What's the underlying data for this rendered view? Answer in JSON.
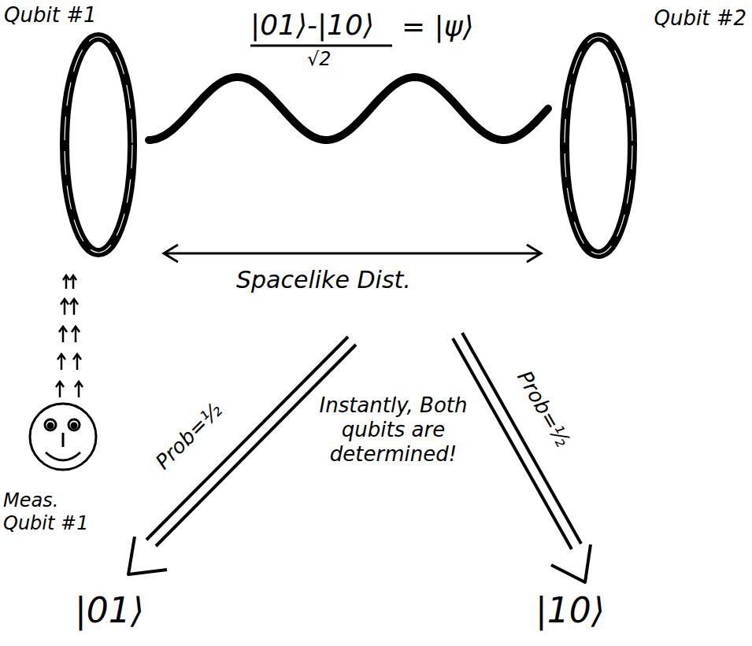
{
  "diagram": {
    "nodes": [
      {
        "text": [
          "Qubit #1"
        ]
      },
      {
        "text": [
          "Qubit #2"
        ]
      }
    ],
    "edges": [
      {
        "from": 0,
        "to": 1,
        "arrow": "none"
      }
    ],
    "labels": [
      "|01⟩-|10⟩",
      "√2",
      "= |ψ⟩",
      "Spacelike Dist.",
      "Meas. Qubit #1",
      "Prob=½",
      "Prob=½",
      "Instantly, Both qubits are determined!",
      "|01⟩",
      "|10⟩"
    ]
  }
}
